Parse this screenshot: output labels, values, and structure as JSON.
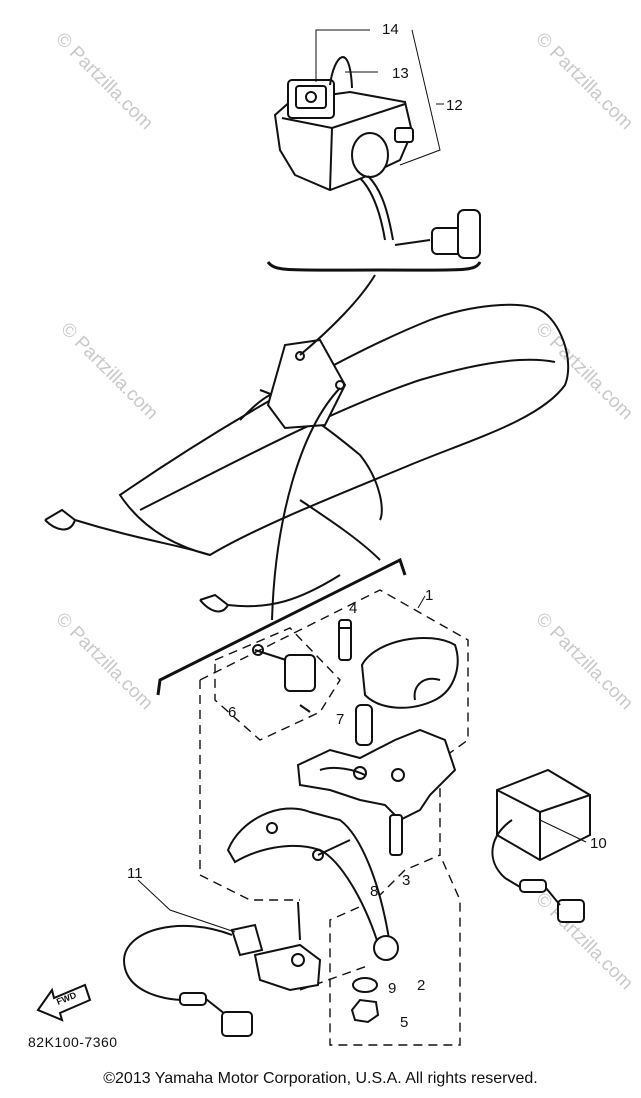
{
  "watermarks": [
    "© Partzilla.com",
    "© Partzilla.com",
    "© Partzilla.com",
    "© Partzilla.com",
    "© Partzilla.com",
    "© Partzilla.com",
    "© Partzilla.com"
  ],
  "callouts": [
    "1",
    "2",
    "3",
    "4",
    "5",
    "6",
    "7",
    "8",
    "9",
    "10",
    "11",
    "12",
    "13",
    "14"
  ],
  "fwd_label": "FWD",
  "diagram_code": "82K100-7360",
  "copyright": "©2013 Yamaha Motor Corporation, U.S.A. All rights reserved."
}
